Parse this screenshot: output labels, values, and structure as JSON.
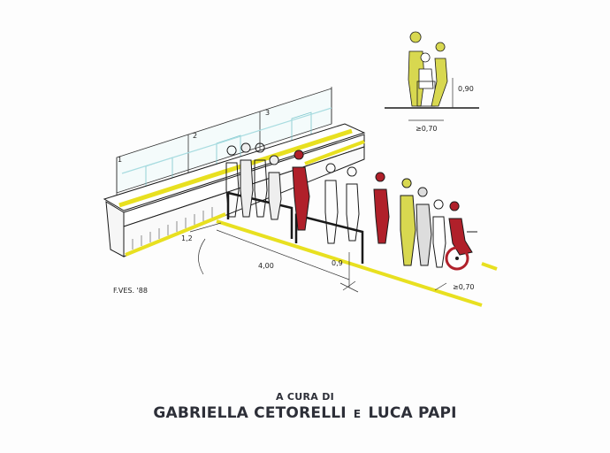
{
  "illustration": {
    "description": "Hand-drawn architectural sketch of an accessible service counter with queue barriers and people, including wheelchair user",
    "signature": "F.VES. '88",
    "dimensions": {
      "counter_distance": "1,2",
      "queue_length": "4,00",
      "barrier_height": "0,9",
      "lane_width": "≥0,70",
      "inset_height": "0,90",
      "inset_width": "≥0,70"
    },
    "counter_numbers": [
      "1",
      "2",
      "3"
    ],
    "colors": {
      "highlight_yellow": "#e8e020",
      "accent_red": "#b0202a",
      "figure_yellow": "#d8d850",
      "ink": "#1a1a1a",
      "glass": "#a8dce0"
    }
  },
  "credits": {
    "subtitle": "A CURA DI",
    "author1": "GABRIELLA CETORELLI",
    "conjunction": "E",
    "author2": "LUCA PAPI"
  }
}
